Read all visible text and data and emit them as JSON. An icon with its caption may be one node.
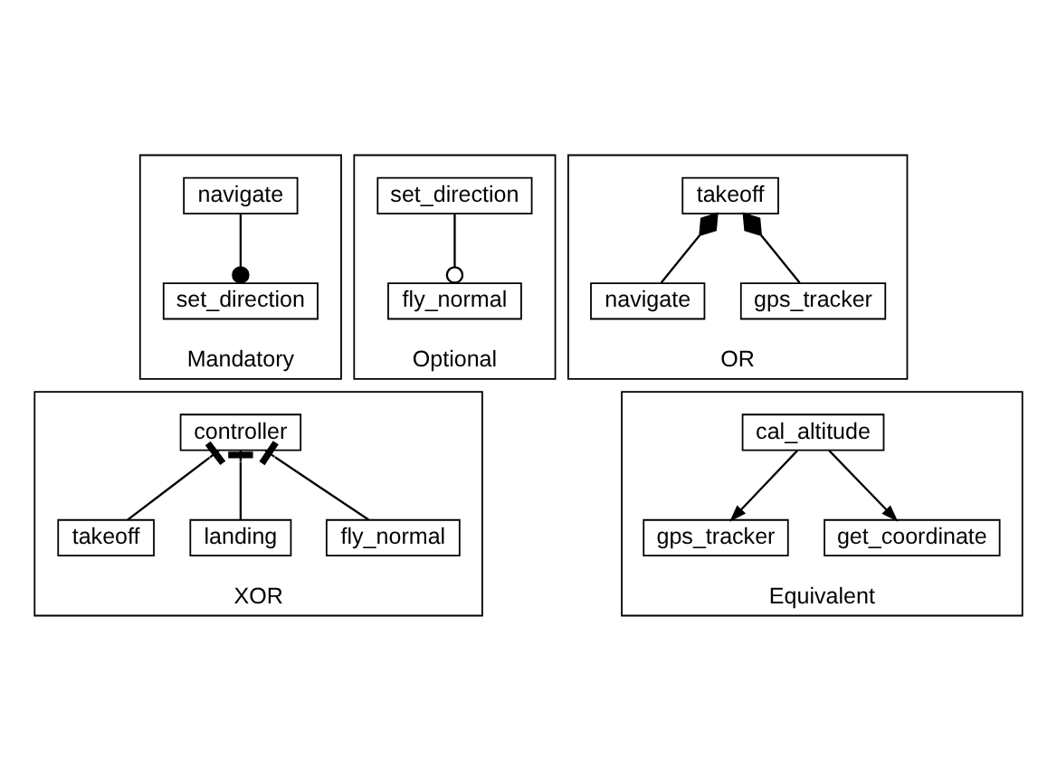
{
  "diagram": {
    "nodes": [
      {
        "text": [
          "Mandatory"
        ]
      },
      {
        "text": [
          "navigate"
        ],
        "in": 0
      },
      {
        "text": [
          "set_direction"
        ],
        "in": 0
      },
      {
        "text": [
          "Optional"
        ]
      },
      {
        "text": [
          "set_direction"
        ],
        "in": 3
      },
      {
        "text": [
          "fly_normal"
        ],
        "in": 3
      },
      {
        "text": [
          "OR"
        ]
      },
      {
        "text": [
          "takeoff"
        ],
        "in": 6
      },
      {
        "text": [
          "navigate"
        ],
        "in": 6
      },
      {
        "text": [
          "gps_tracker"
        ],
        "in": 6
      },
      {
        "text": [
          "XOR"
        ]
      },
      {
        "text": [
          "controller"
        ],
        "in": 10
      },
      {
        "text": [
          "takeoff"
        ],
        "in": 10
      },
      {
        "text": [
          "landing"
        ],
        "in": 10
      },
      {
        "text": [
          "fly_normal"
        ],
        "in": 10
      },
      {
        "text": [
          "Equivalent"
        ]
      },
      {
        "text": [
          "cal_altitude"
        ],
        "in": 15
      },
      {
        "text": [
          "gps_tracker"
        ],
        "in": 15
      },
      {
        "text": [
          "get_coordinate"
        ],
        "in": 15
      }
    ],
    "edges": [
      {
        "from": 1,
        "to": 2,
        "arrow": "other"
      },
      {
        "from": 4,
        "to": 5,
        "arrow": "other"
      },
      {
        "from": 7,
        "to": 8,
        "arrow": "other"
      },
      {
        "from": 7,
        "to": 9,
        "arrow": "other"
      },
      {
        "from": 11,
        "to": 12,
        "arrow": "other"
      },
      {
        "from": 11,
        "to": 13,
        "arrow": "other"
      },
      {
        "from": 11,
        "to": 14,
        "arrow": "other"
      },
      {
        "from": 16,
        "to": 17,
        "arrow": "to"
      },
      {
        "from": 16,
        "to": 18,
        "arrow": "to"
      }
    ]
  }
}
